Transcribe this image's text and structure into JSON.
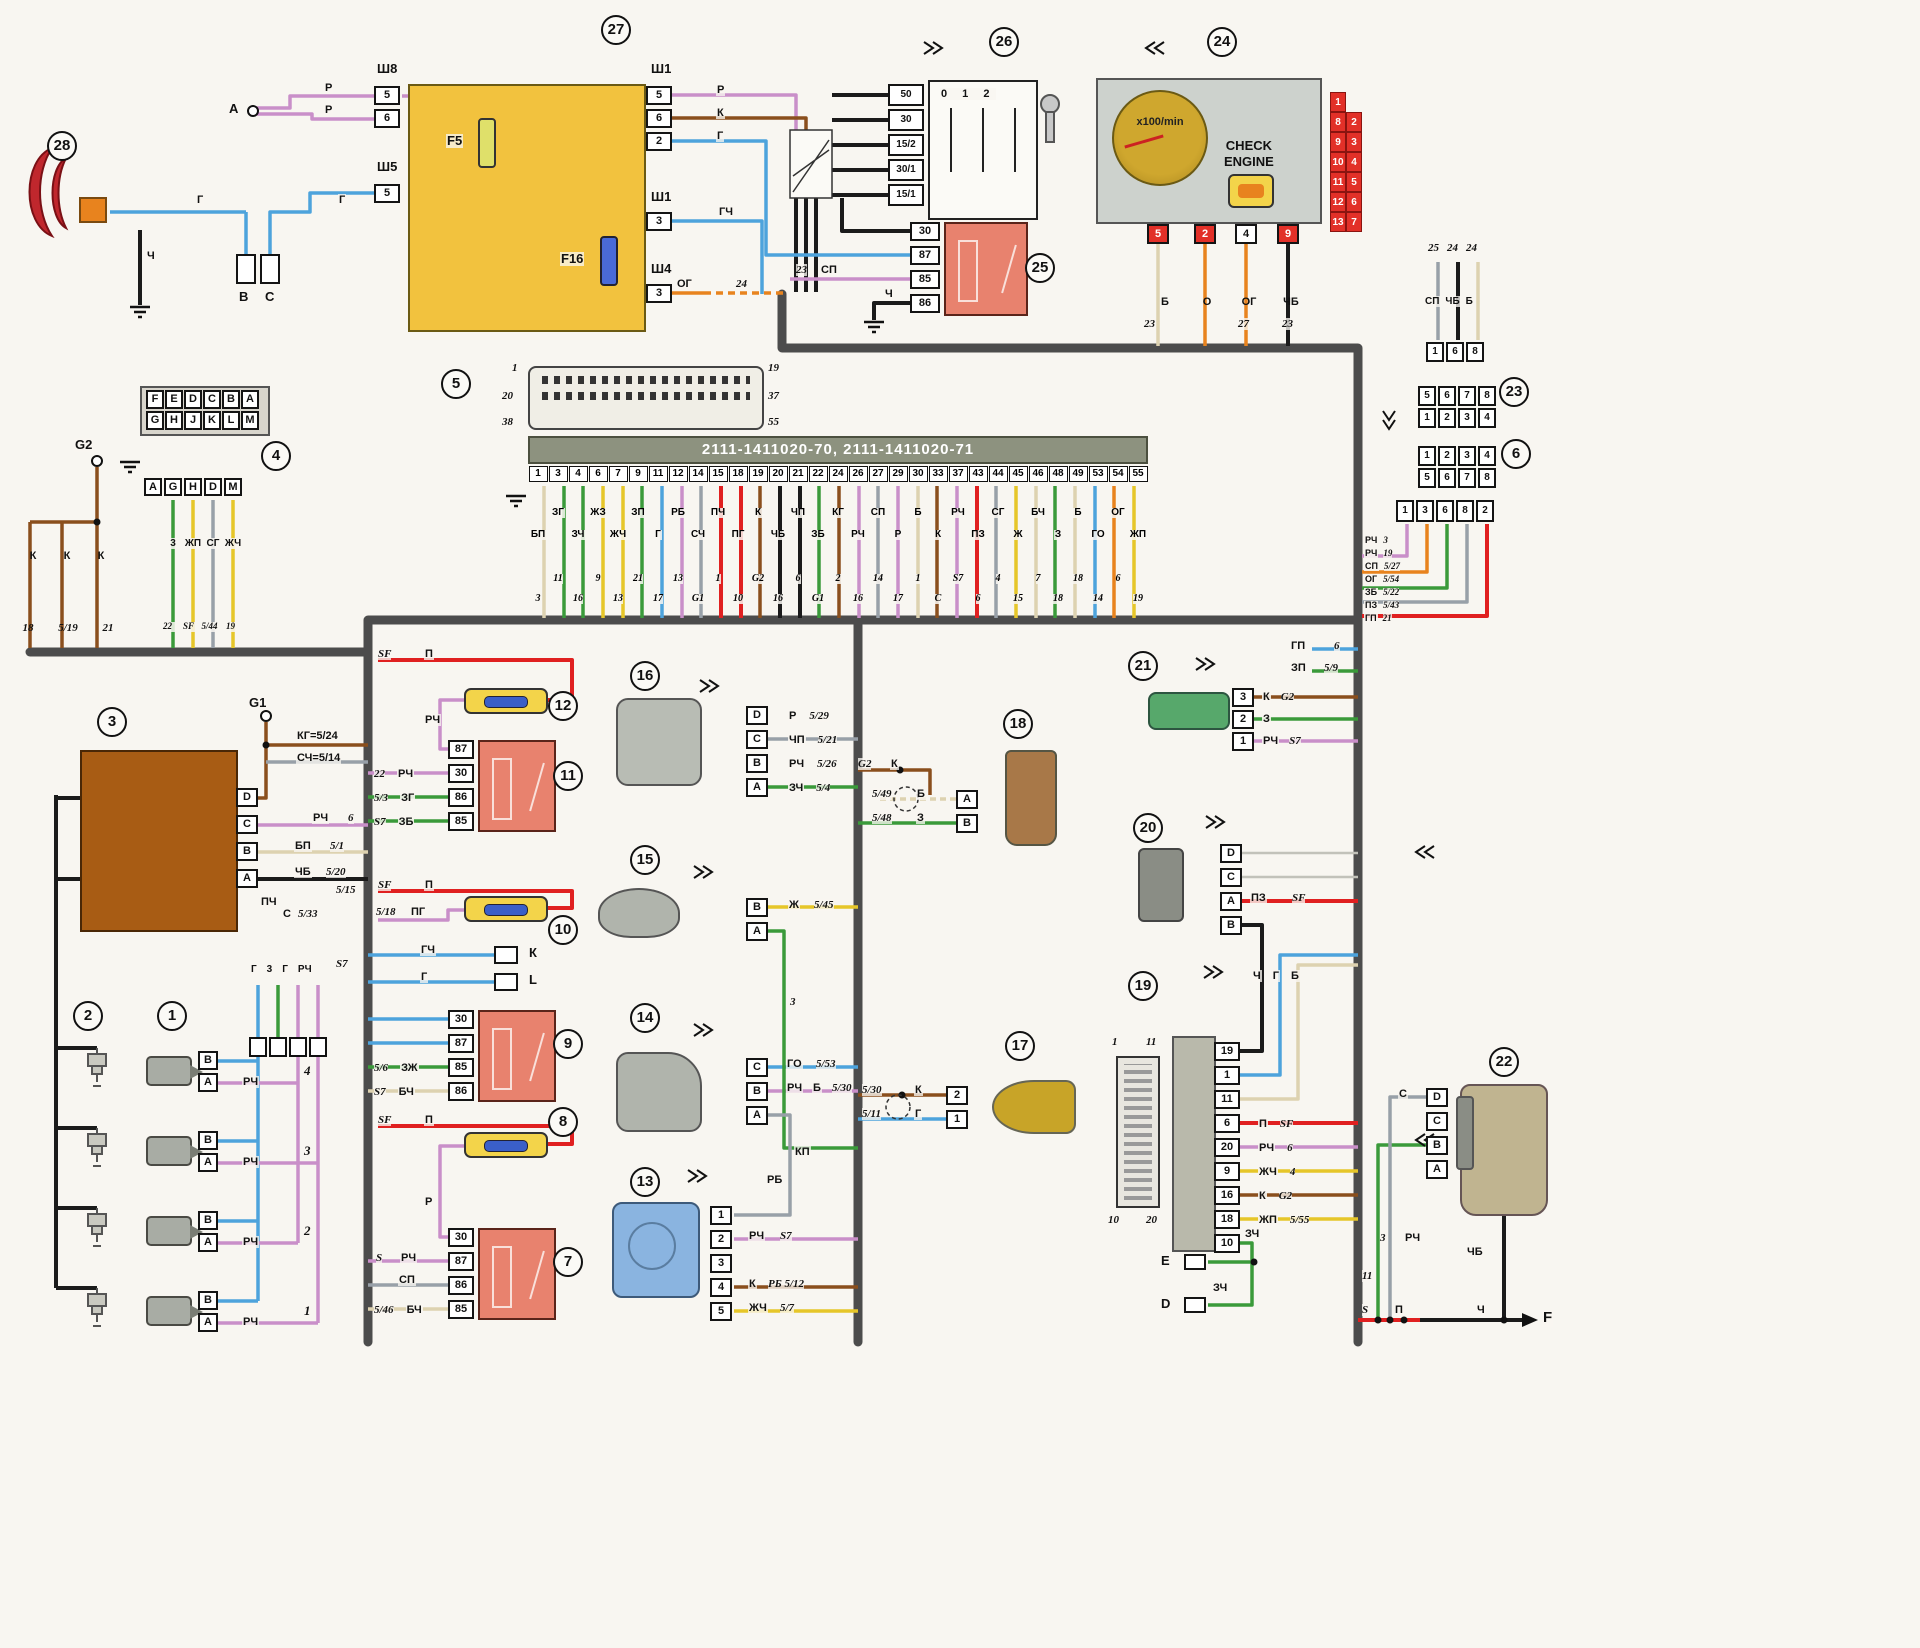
{
  "palette": {
    "harness": "#4c4c4c",
    "fusebox": "#f2c23e",
    "relay": "#e8826e",
    "cluster": "#cdd2cd",
    "ecu_bar": "#8d927f",
    "red_conn": "#e23028",
    "maf": "#8ab4e0",
    "speed_sensor": "#57a86b",
    "module": "#a85c14",
    "wire_red": "#e02020",
    "wire_blue": "#4da3dc",
    "wire_green": "#3a9a3a",
    "wire_pink": "#c98fc9",
    "wire_yellow": "#e6c629",
    "wire_brown": "#8a4f1d",
    "wire_orange": "#e8831e"
  },
  "callouts": {
    "1": "1",
    "2": "2",
    "3": "3",
    "4": "4",
    "5": "5",
    "6": "6",
    "7": "7",
    "8": "8",
    "9": "9",
    "10": "10",
    "11": "11",
    "12": "12",
    "13": "13",
    "14": "14",
    "15": "15",
    "16": "16",
    "17": "17",
    "18": "18",
    "19": "19",
    "20": "20",
    "21": "21",
    "22": "22",
    "23": "23",
    "24": "24",
    "25": "25",
    "26": "26",
    "27": "27",
    "28": "28"
  },
  "top": {
    "a_label": "А",
    "p1": "Р",
    "p2": "Р",
    "horn_g1": "Г",
    "horn_g2": "Г",
    "horn_ch": "Ч",
    "conn_b": "В",
    "conn_c": "С",
    "fusebox": {
      "sh8": "Ш8",
      "sh8_pins": [
        "5",
        "6"
      ],
      "sh5": "Ш5",
      "sh5_pins": [
        "5"
      ],
      "sh1a": "Ш1",
      "sh1a_pins": [
        "5",
        "6",
        "2"
      ],
      "sh1b": "Ш1",
      "sh1b_pins": [
        "3"
      ],
      "sh4": "Ш4",
      "sh4_pins": [
        "3"
      ],
      "f5": "F5",
      "f16": "F16",
      "out_r": "Р",
      "out_k": "К",
      "out_g": "Г",
      "out_gch": "ГЧ",
      "out_og": "ОГ",
      "og_dest": "24",
      "sp_dest": "23",
      "out_sp": "СП",
      "out_ch": "Ч"
    },
    "switch": {
      "positions": "0 1 2",
      "pins": [
        "50",
        "30",
        "15/2",
        "30/1",
        "15/1"
      ]
    },
    "relay25": {
      "pins": [
        "30",
        "87",
        "85",
        "86"
      ]
    },
    "cluster": {
      "tach": "x100/min",
      "check1": "CHECK",
      "check2": "ENGINE",
      "pins": [
        "5",
        "2",
        "4",
        "9"
      ],
      "side_rows": [
        [
          "1",
          ""
        ],
        [
          "8",
          "2"
        ],
        [
          "9",
          "3"
        ],
        [
          "10",
          "4"
        ],
        [
          "11",
          "5"
        ],
        [
          "12",
          "6"
        ],
        [
          "13",
          "7"
        ]
      ],
      "wire_labels": [
        "Б",
        "О",
        "ОГ",
        "ЧБ"
      ],
      "wire_dests": [
        "23",
        "27",
        "23"
      ]
    },
    "right": {
      "dests": [
        "25",
        "24",
        "24"
      ],
      "labels": [
        "СП",
        "ЧБ",
        "Б"
      ],
      "conn168": [
        "1",
        "6",
        "8"
      ],
      "conn23_rows": [
        [
          "5",
          "6",
          "7",
          "8"
        ],
        [
          "1",
          "2",
          "3",
          "4"
        ]
      ],
      "conn6_rows": [
        [
          "1",
          "2",
          "3",
          "4"
        ],
        [
          "5",
          "6",
          "7",
          "8"
        ]
      ],
      "vert_pins": [
        "1",
        "3",
        "6",
        "8",
        "2"
      ],
      "pairs": [
        {
          "c": "РЧ",
          "d": "3"
        },
        {
          "c": "РЧ",
          "d": "19"
        },
        {
          "c": "СП",
          "d": "5/27"
        },
        {
          "c": "ОГ",
          "d": "5/54"
        },
        {
          "c": "ЗБ",
          "d": "5/22"
        },
        {
          "c": "ПЗ",
          "d": "5/43"
        },
        {
          "c": "ГП",
          "d": "21"
        }
      ]
    }
  },
  "diag5": {
    "tl": "1",
    "tr": "19",
    "ml": "20",
    "mr": "37",
    "bl": "38",
    "br": "55"
  },
  "ecu": {
    "part_numbers": "2111-1411020-70, 2111-1411020-71",
    "pins": [
      {
        "pin": "1",
        "color": "БП",
        "dest": "3"
      },
      {
        "pin": "3",
        "color": "ЗГ",
        "dest": "11"
      },
      {
        "pin": "4",
        "color": "ЗЧ",
        "dest": "16"
      },
      {
        "pin": "6",
        "color": "ЖЗ",
        "dest": "9"
      },
      {
        "pin": "7",
        "color": "ЖЧ",
        "dest": "13"
      },
      {
        "pin": "9",
        "color": "ЗП",
        "dest": "21"
      },
      {
        "pin": "11",
        "color": "Г",
        "dest": "17"
      },
      {
        "pin": "12",
        "color": "РБ",
        "dest": "13"
      },
      {
        "pin": "14",
        "color": "СЧ",
        "dest": "G1"
      },
      {
        "pin": "15",
        "color": "ПЧ",
        "dest": "1"
      },
      {
        "pin": "18",
        "color": "ПГ",
        "dest": "10"
      },
      {
        "pin": "19",
        "color": "К",
        "dest": "G2"
      },
      {
        "pin": "20",
        "color": "ЧБ",
        "dest": "16"
      },
      {
        "pin": "21",
        "color": "ЧП",
        "dest": "6"
      },
      {
        "pin": "22",
        "color": "ЗБ",
        "dest": "G1"
      },
      {
        "pin": "24",
        "color": "КГ",
        "dest": "2"
      },
      {
        "pin": "26",
        "color": "РЧ",
        "dest": "16"
      },
      {
        "pin": "27",
        "color": "СП",
        "dest": "14"
      },
      {
        "pin": "29",
        "color": "Р",
        "dest": "17"
      },
      {
        "pin": "30",
        "color": "Б",
        "dest": "1"
      },
      {
        "pin": "33",
        "color": "К",
        "dest": "С"
      },
      {
        "pin": "37",
        "color": "РЧ",
        "dest": "S7"
      },
      {
        "pin": "43",
        "color": "ПЗ",
        "dest": "6"
      },
      {
        "pin": "44",
        "color": "СГ",
        "dest": "4"
      },
      {
        "pin": "45",
        "color": "Ж",
        "dest": "15"
      },
      {
        "pin": "46",
        "color": "БЧ",
        "dest": "7"
      },
      {
        "pin": "48",
        "color": "З",
        "dest": "18"
      },
      {
        "pin": "49",
        "color": "Б",
        "dest": "18"
      },
      {
        "pin": "53",
        "color": "ГО",
        "dest": "14"
      },
      {
        "pin": "54",
        "color": "ОГ",
        "dest": "6"
      },
      {
        "pin": "55",
        "color": "ЖП",
        "dest": "19"
      }
    ]
  },
  "left": {
    "g2": "G2",
    "k_labels": [
      "К",
      "К",
      "К"
    ],
    "k_dests": [
      "18",
      "5/19",
      "21"
    ],
    "conn4": {
      "row1": [
        "F",
        "E",
        "D",
        "C",
        "B",
        "A"
      ],
      "row2": [
        "G",
        "H",
        "J",
        "K",
        "L",
        "M"
      ],
      "row3": [
        "A",
        "G",
        "H",
        "D",
        "M"
      ],
      "wire_labels": [
        "3",
        "ЖП",
        "СГ",
        "ЖЧ"
      ],
      "wire_dests": [
        "22",
        "SF",
        "5/44",
        "19"
      ]
    },
    "module3": {
      "pins": [
        "D",
        "C",
        "B",
        "A"
      ],
      "g1": "G1",
      "w_d1": "КГ=5/24",
      "w_d2": "СЧ=5/14",
      "w_c": "РЧ",
      "w_c_d": "6",
      "w_b": "БП",
      "w_b_d": "5/1",
      "w_a": "ЧБ",
      "w_a_d": "5/20",
      "w_pch": "ПЧ",
      "w_s": "С",
      "w_s_d": "5/33"
    },
    "bundle_labels": [
      "Г",
      "3",
      "Г",
      "РЧ"
    ],
    "bundle_s7": "S7",
    "injectors": {
      "items": [
        {
          "n": "4",
          "b": "В",
          "a": "А",
          "w": "РЧ"
        },
        {
          "n": "3",
          "b": "В",
          "a": "А",
          "w": "РЧ"
        },
        {
          "n": "2",
          "b": "В",
          "a": "А",
          "w": "РЧ"
        },
        {
          "n": "1",
          "b": "В",
          "a": "А",
          "w": "РЧ"
        }
      ]
    }
  },
  "mid": {
    "fuse12": {
      "sf": "SF",
      "p": "П",
      "rch": "РЧ"
    },
    "relay11": {
      "pins": [
        "87",
        "30",
        "86",
        "85"
      ],
      "w": [
        {
          "c": "22",
          "d": "РЧ"
        },
        {
          "c": "5/3",
          "d": "ЗГ"
        },
        {
          "c": "S7",
          "d": "ЗБ"
        }
      ]
    },
    "fuse10": {
      "sf": "SF",
      "p": "П",
      "d1": "5/15",
      "w1": "5/18",
      "w2": "ПГ"
    },
    "kl": {
      "k": "К",
      "l": "L",
      "gch": "ГЧ",
      "g": "Г"
    },
    "relay9": {
      "pins": [
        "30",
        "87",
        "85",
        "86"
      ],
      "w": [
        {
          "c": "5/6",
          "d": "ЗЖ"
        },
        {
          "c": "S7",
          "d": "БЧ"
        }
      ]
    },
    "fuse8": {
      "sf": "SF",
      "p": "П"
    },
    "relay7": {
      "pins": [
        "30",
        "87",
        "86",
        "85"
      ],
      "w_r": "Р",
      "w_s": "S",
      "w_rch": "РЧ",
      "w_sp": "СП",
      "w": [
        {
          "c": "5/46",
          "d": "БЧ"
        }
      ]
    }
  },
  "sensors": {
    "iac16": {
      "pins": [
        "D",
        "C",
        "B",
        "A"
      ],
      "w": [
        {
          "c": "Р",
          "d": "5/29"
        },
        {
          "c": "ЧП",
          "d": "5/21"
        },
        {
          "c": "РЧ",
          "d": "5/26"
        },
        {
          "c": "ЗЧ",
          "d": "5/4"
        }
      ]
    },
    "o2_15": {
      "pins": [
        "B",
        "A"
      ],
      "w1c": "Ж",
      "w1d": "5/45",
      "down": "3"
    },
    "tps14": {
      "pins": [
        "C",
        "B",
        "A"
      ],
      "w1c": "ГО",
      "w1d": "5/53",
      "w2c": "РЧ",
      "w2c2": "Б",
      "w2d": "5/30",
      "v1": "КП",
      "v2": "РБ"
    },
    "maf13": {
      "pins": [
        "1",
        "2",
        "3",
        "4",
        "5"
      ],
      "w": [
        {
          "c": "РЧ",
          "d": "S7"
        },
        {
          "c": "К",
          "d": "РБ 5/12"
        },
        {
          "c": "ЖЧ",
          "d": "5/7"
        }
      ]
    },
    "knock18": {
      "pins": [
        "A",
        "B"
      ],
      "g2": "G2",
      "k": "К",
      "w": [
        {
          "c": "5/49",
          "d": "Б"
        },
        {
          "c": "5/48",
          "d": "З"
        }
      ]
    },
    "crank17": {
      "pins": [
        "2",
        "1"
      ],
      "w": [
        {
          "c": "5/30",
          "d": "К"
        },
        {
          "c": "5/11",
          "d": "Г"
        }
      ]
    },
    "speed21": {
      "pins": [
        "3",
        "2",
        "1"
      ],
      "w": [
        {
          "c": "К",
          "d": "G2"
        },
        {
          "c": "З",
          "d": ""
        },
        {
          "c": "РЧ",
          "d": "S7"
        }
      ],
      "gp": "ГП",
      "gp_d": "6",
      "zp": "ЗП",
      "zp_d": "5/9"
    },
    "cam20": {
      "pins": [
        "D",
        "C",
        "A",
        "B"
      ],
      "wc": "ПЗ",
      "wd": "SF",
      "v": [
        "Ч",
        "Г",
        "Б"
      ]
    },
    "immo19": {
      "pins": [
        "19",
        "1",
        "11",
        "6",
        "20",
        "9",
        "16",
        "18",
        "10"
      ],
      "corners": [
        "1",
        "11",
        "10",
        "20"
      ],
      "w": [
        {
          "c": "П",
          "d": "SF"
        },
        {
          "c": "РЧ",
          "d": "6"
        },
        {
          "c": "ЖЧ",
          "d": "4"
        },
        {
          "c": "К",
          "d": "G2"
        },
        {
          "c": "ЖП",
          "d": "5/55"
        }
      ],
      "zch1": "ЗЧ",
      "zch2": "ЗЧ",
      "e": "E",
      "d": "D"
    },
    "fuel22": {
      "pins": [
        "D",
        "C",
        "B",
        "A"
      ],
      "w_s": "С",
      "w_z": "3",
      "w_rch": "РЧ",
      "w_chb": "ЧБ",
      "d11": "11",
      "f_s": "S",
      "f_p": "П",
      "f_ch": "Ч",
      "f": "F"
    }
  }
}
